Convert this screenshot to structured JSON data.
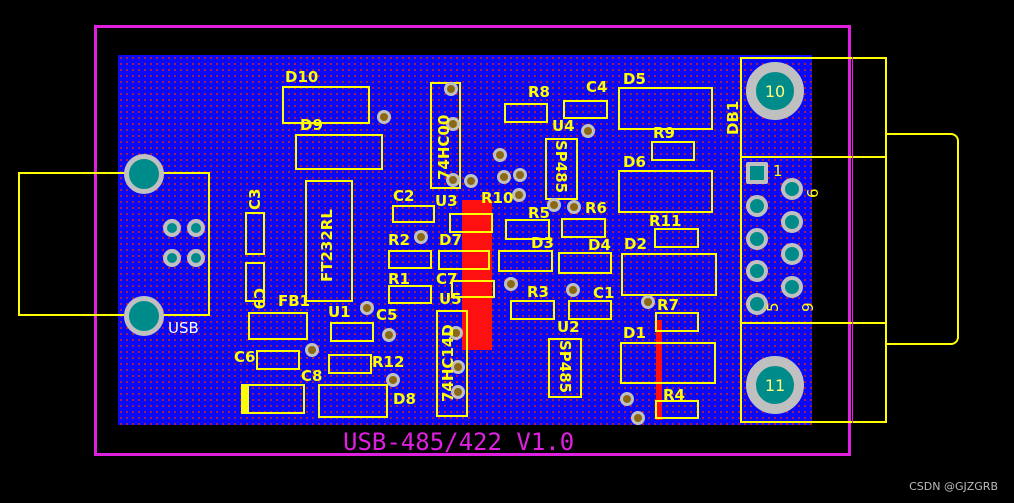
{
  "board_title": "USB-485/422 V1.0",
  "watermark": "CSDN @GJZGRB",
  "colors": {
    "board": "#0a0af5",
    "silkscreen": "#ffff00",
    "outline": "#e020e0",
    "pad": "#008b8b",
    "trace": "#ff1010"
  },
  "connector": {
    "ref": "DB1",
    "hole_top": "10",
    "hole_bottom": "11",
    "pin_1": "1",
    "pin_6": "6",
    "pin_5": "5",
    "pin_9": "9"
  },
  "usb": {
    "ref": "USB"
  },
  "components": {
    "D10": "D10",
    "D9": "D9",
    "FT232RL": "FT232RL",
    "C3": "C3",
    "C9": "C9",
    "FB1": "FB1",
    "C6": "C6",
    "C8": "C8",
    "U1": "U1",
    "C5": "C5",
    "R12": "R12",
    "D8": "D8",
    "HC00": "74HC00",
    "U3": "U3",
    "C2": "C2",
    "R2": "R2",
    "R1": "R1",
    "D7": "D7",
    "C7": "C7",
    "U5": "U5",
    "HC14": "74HC14D",
    "R10": "R10",
    "R8": "R8",
    "C4": "C4",
    "U4": "U4",
    "U4chip": "SP485",
    "R5": "R5",
    "R6": "R6",
    "D3": "D3",
    "D4": "D4",
    "R3": "R3",
    "C1": "C1",
    "U2": "U2",
    "U2chip": "SP485",
    "D5": "D5",
    "R9": "R9",
    "D6": "D6",
    "R11": "R11",
    "D2": "D2",
    "R7": "R7",
    "D1": "D1",
    "R4": "R4"
  }
}
